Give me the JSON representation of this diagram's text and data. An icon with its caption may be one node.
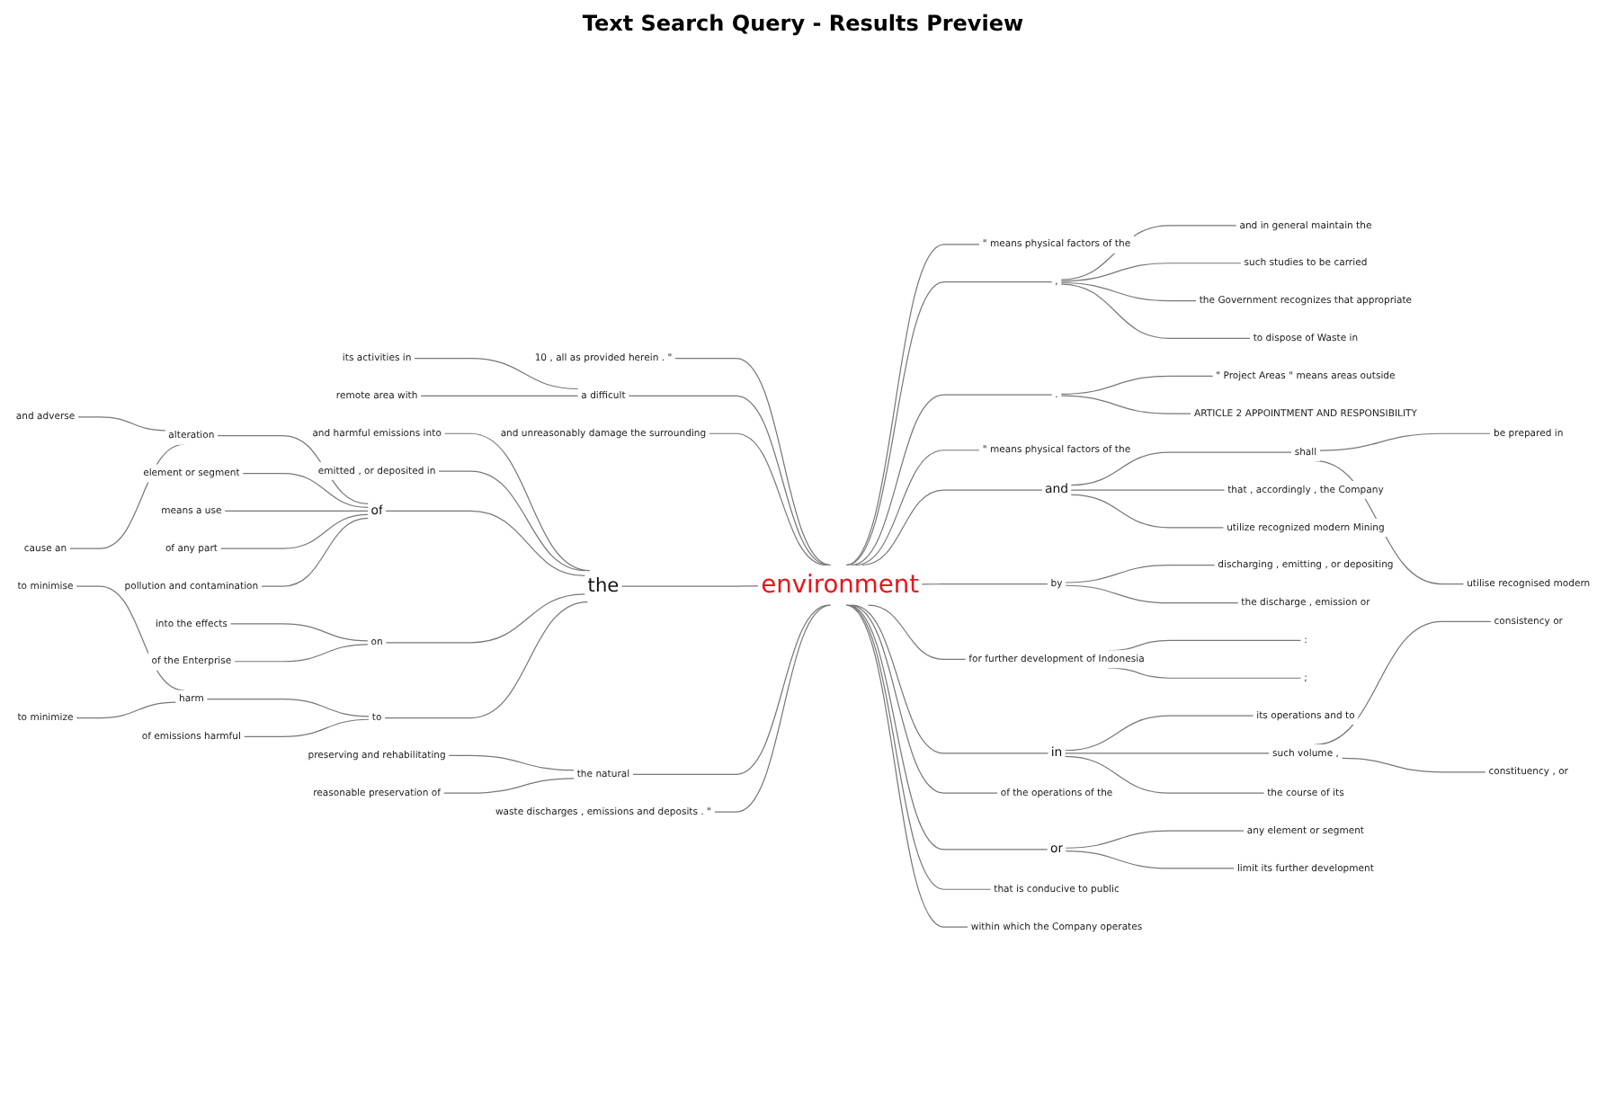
{
  "diagram": {
    "title": "Text Search Query - Results Preview",
    "nodes": [
      {
        "text": [
          "environment"
        ]
      },
      {
        "text": [
          "10 , all as provided herein . \""
        ]
      },
      {
        "text": [
          "its activities in"
        ]
      },
      {
        "text": [
          "remote area with"
        ]
      },
      {
        "text": [
          "a difficult"
        ]
      },
      {
        "text": [
          "and unreasonably damage the surrounding"
        ]
      },
      {
        "text": [
          "and harmful emissions into"
        ]
      },
      {
        "text": [
          "emitted , or deposited in"
        ]
      },
      {
        "text": [
          "and adverse"
        ]
      },
      {
        "text": [
          "cause an"
        ]
      },
      {
        "text": [
          "alteration"
        ]
      },
      {
        "text": [
          "element or segment"
        ]
      },
      {
        "text": [
          "means a use"
        ]
      },
      {
        "text": [
          "of any part"
        ]
      },
      {
        "text": [
          "pollution and contamination"
        ]
      },
      {
        "text": [
          "of"
        ]
      },
      {
        "text": [
          "the"
        ]
      },
      {
        "text": [
          "into the effects"
        ]
      },
      {
        "text": [
          "of the Enterprise"
        ]
      },
      {
        "text": [
          "on"
        ]
      },
      {
        "text": [
          "to minimise"
        ]
      },
      {
        "text": [
          "to minimize"
        ]
      },
      {
        "text": [
          "harm"
        ]
      },
      {
        "text": [
          "of emissions harmful"
        ]
      },
      {
        "text": [
          "to"
        ]
      },
      {
        "text": [
          "preserving and rehabilitating"
        ]
      },
      {
        "text": [
          "reasonable preservation of"
        ]
      },
      {
        "text": [
          "the natural"
        ]
      },
      {
        "text": [
          "waste discharges , emissions and deposits . \""
        ]
      },
      {
        "text": [
          "\" means physical factors of the"
        ]
      },
      {
        "text": [
          ","
        ]
      },
      {
        "text": [
          "and in general maintain the"
        ]
      },
      {
        "text": [
          "such studies to be carried"
        ]
      },
      {
        "text": [
          "the Government recognizes that appropriate"
        ]
      },
      {
        "text": [
          "to dispose of Waste in"
        ]
      },
      {
        "text": [
          "."
        ]
      },
      {
        "text": [
          "\" Project Areas \" means areas outside"
        ]
      },
      {
        "text": [
          "ARTICLE 2 APPOINTMENT AND RESPONSIBILITY"
        ]
      },
      {
        "text": [
          "\" means physical factors of the"
        ]
      },
      {
        "text": [
          "and"
        ]
      },
      {
        "text": [
          "shall"
        ]
      },
      {
        "text": [
          "be prepared in"
        ]
      },
      {
        "text": [
          "utilise recognised modern"
        ]
      },
      {
        "text": [
          "that , accordingly , the Company"
        ]
      },
      {
        "text": [
          "utilize recognized modern Mining"
        ]
      },
      {
        "text": [
          "by"
        ]
      },
      {
        "text": [
          "discharging , emitting , or depositing"
        ]
      },
      {
        "text": [
          "the discharge , emission or"
        ]
      },
      {
        "text": [
          "for further development of Indonesia"
        ]
      },
      {
        "text": [
          ":"
        ]
      },
      {
        "text": [
          ";"
        ]
      },
      {
        "text": [
          "in"
        ]
      },
      {
        "text": [
          "its operations and to"
        ]
      },
      {
        "text": [
          "such volume ,"
        ]
      },
      {
        "text": [
          "consistency or"
        ]
      },
      {
        "text": [
          "constituency , or"
        ]
      },
      {
        "text": [
          "the course of its"
        ]
      },
      {
        "text": [
          "of the operations of the"
        ]
      },
      {
        "text": [
          "or"
        ]
      },
      {
        "text": [
          "any element or segment"
        ]
      },
      {
        "text": [
          "limit its further development"
        ]
      },
      {
        "text": [
          "that is conducive to public"
        ]
      },
      {
        "text": [
          "within which the Company operates"
        ]
      }
    ],
    "edges": [
      {
        "from": 1,
        "to": 0,
        "arrow": "none"
      },
      {
        "from": 2,
        "to": 4,
        "arrow": "none"
      },
      {
        "from": 3,
        "to": 4,
        "arrow": "none"
      },
      {
        "from": 4,
        "to": 0,
        "arrow": "none"
      },
      {
        "from": 5,
        "to": 0,
        "arrow": "none"
      },
      {
        "from": 6,
        "to": 16,
        "arrow": "none"
      },
      {
        "from": 7,
        "to": 16,
        "arrow": "none"
      },
      {
        "from": 8,
        "to": 10,
        "arrow": "none"
      },
      {
        "from": 9,
        "to": 10,
        "arrow": "none"
      },
      {
        "from": 10,
        "to": 15,
        "arrow": "none"
      },
      {
        "from": 11,
        "to": 15,
        "arrow": "none"
      },
      {
        "from": 12,
        "to": 15,
        "arrow": "none"
      },
      {
        "from": 13,
        "to": 15,
        "arrow": "none"
      },
      {
        "from": 14,
        "to": 15,
        "arrow": "none"
      },
      {
        "from": 15,
        "to": 16,
        "arrow": "none"
      },
      {
        "from": 16,
        "to": 0,
        "arrow": "none"
      },
      {
        "from": 17,
        "to": 19,
        "arrow": "none"
      },
      {
        "from": 18,
        "to": 19,
        "arrow": "none"
      },
      {
        "from": 19,
        "to": 16,
        "arrow": "none"
      },
      {
        "from": 20,
        "to": 22,
        "arrow": "none"
      },
      {
        "from": 21,
        "to": 22,
        "arrow": "none"
      },
      {
        "from": 22,
        "to": 24,
        "arrow": "none"
      },
      {
        "from": 23,
        "to": 24,
        "arrow": "none"
      },
      {
        "from": 24,
        "to": 16,
        "arrow": "none"
      },
      {
        "from": 25,
        "to": 27,
        "arrow": "none"
      },
      {
        "from": 26,
        "to": 27,
        "arrow": "none"
      },
      {
        "from": 27,
        "to": 0,
        "arrow": "none"
      },
      {
        "from": 28,
        "to": 0,
        "arrow": "none"
      },
      {
        "from": 0,
        "to": 29,
        "arrow": "none"
      },
      {
        "from": 0,
        "to": 30,
        "arrow": "none"
      },
      {
        "from": 30,
        "to": 31,
        "arrow": "none"
      },
      {
        "from": 30,
        "to": 32,
        "arrow": "none"
      },
      {
        "from": 30,
        "to": 33,
        "arrow": "none"
      },
      {
        "from": 30,
        "to": 34,
        "arrow": "none"
      },
      {
        "from": 0,
        "to": 35,
        "arrow": "none"
      },
      {
        "from": 35,
        "to": 36,
        "arrow": "none"
      },
      {
        "from": 35,
        "to": 37,
        "arrow": "none"
      },
      {
        "from": 0,
        "to": 38,
        "arrow": "none"
      },
      {
        "from": 0,
        "to": 39,
        "arrow": "none"
      },
      {
        "from": 39,
        "to": 40,
        "arrow": "none"
      },
      {
        "from": 40,
        "to": 41,
        "arrow": "none"
      },
      {
        "from": 40,
        "to": 42,
        "arrow": "none"
      },
      {
        "from": 39,
        "to": 43,
        "arrow": "none"
      },
      {
        "from": 39,
        "to": 44,
        "arrow": "none"
      },
      {
        "from": 0,
        "to": 45,
        "arrow": "none"
      },
      {
        "from": 45,
        "to": 46,
        "arrow": "none"
      },
      {
        "from": 45,
        "to": 47,
        "arrow": "none"
      },
      {
        "from": 0,
        "to": 48,
        "arrow": "none"
      },
      {
        "from": 48,
        "to": 49,
        "arrow": "none"
      },
      {
        "from": 48,
        "to": 50,
        "arrow": "none"
      },
      {
        "from": 0,
        "to": 51,
        "arrow": "none"
      },
      {
        "from": 51,
        "to": 52,
        "arrow": "none"
      },
      {
        "from": 51,
        "to": 53,
        "arrow": "none"
      },
      {
        "from": 53,
        "to": 54,
        "arrow": "none"
      },
      {
        "from": 53,
        "to": 55,
        "arrow": "none"
      },
      {
        "from": 51,
        "to": 56,
        "arrow": "none"
      },
      {
        "from": 0,
        "to": 57,
        "arrow": "none"
      },
      {
        "from": 0,
        "to": 58,
        "arrow": "none"
      },
      {
        "from": 58,
        "to": 59,
        "arrow": "none"
      },
      {
        "from": 58,
        "to": 60,
        "arrow": "none"
      },
      {
        "from": 0,
        "to": 61,
        "arrow": "none"
      },
      {
        "from": 0,
        "to": 62,
        "arrow": "none"
      }
    ]
  }
}
